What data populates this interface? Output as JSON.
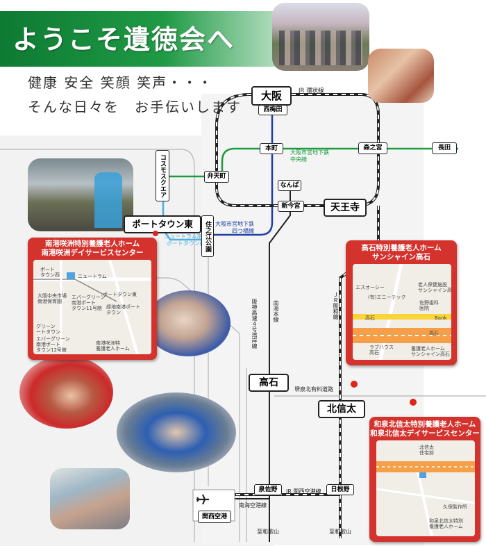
{
  "header": {
    "title": "ようこそ遺徳会へ",
    "tagline_1": "健康 安全 笑顔 笑声・・・",
    "tagline_2": "そんな日々を　お手伝いします"
  },
  "stations": {
    "osaka": "大阪",
    "nishiumeda": "西梅田",
    "honmachi": "本町",
    "morinomiya": "森之宮",
    "nagata": "長田",
    "bentencho": "弁天町",
    "cosmosquare": "コスモスクエア",
    "namba": "なんば",
    "shinimamiya": "新今宮",
    "tennoji": "天王寺",
    "porttown_higashi": "ポートタウン東",
    "suminoe_koen": "住之江公園",
    "takaishi": "高石",
    "kitashinoda": "北信太",
    "izumisano": "泉佐野",
    "hineno": "日根野",
    "kansai_airport": "関西空港"
  },
  "lines": {
    "jr_kanjo": "JR 環状線",
    "chuo": "大阪市営地下鉄\n中央線",
    "yotsubashi": "大阪市営地下鉄\n四つ橋線",
    "newtram": "ニュートラム南港\nポートタウン線",
    "hanshin_expressway": "阪神高速４号湾岸線",
    "nankai_honsen": "南海本線",
    "jr_hanwa": "ＪＲ阪和線",
    "senboku_road": "堺泉北有料道路",
    "jr_kanku": "JR 関西空港線",
    "nankai_kuko": "南海空港線",
    "to_wakayama_1": "至和歌山",
    "to_wakayama_2": "至和歌山"
  },
  "callouts": {
    "nanko": {
      "title_1": "南港咲洲特別養護老人ホーム",
      "title_2": "南港咲洲デイサービスセンター",
      "labels": [
        "ポート\nタウン西",
        "ニュートラム",
        "ポートタウン東",
        "大阪中央市場\n南港保育園",
        "エバーグリーン\n南港ポート\nタウン11号館",
        "緑地南港ポート\nタウン",
        "グリーン\nートタウン",
        "エバーグリーン\n南港ポート\nタウン12号館",
        "南港咲洲特\n養護老人ホーム"
      ]
    },
    "takaishi": {
      "title_1": "高石特別養護老人ホーム",
      "title_2": "サンシャイン高石",
      "labels": [
        "エスオーシー",
        "(有)エニーテック",
        "老人保健施設\nサンシャイン高石",
        "佐野歯科\n医院",
        "高石",
        "ラブハウス\n高石",
        "養護老人ホーム\nサンシャイン高石",
        "高石",
        "Bank"
      ]
    },
    "kitashinoda": {
      "title_1": "和泉北信太特別養護老人ホーム",
      "title_2": "和泉北信太デイサービスセンター",
      "labels": [
        "北信太\n住宅前",
        "久保製作所",
        "和泉北信太特別\n養護老人ホーム"
      ]
    }
  },
  "photos": [
    {
      "name": "cherry-blossom-outing-photo",
      "desc_icon": "photo-icon"
    },
    {
      "name": "resident-clapping-photo",
      "desc_icon": "photo-icon"
    },
    {
      "name": "outdoor-group-photo",
      "desc_icon": "photo-icon"
    },
    {
      "name": "elderly-woman-smiling-photo",
      "desc_icon": "photo-icon"
    },
    {
      "name": "santa-hat-resident-photo",
      "desc_icon": "photo-icon"
    },
    {
      "name": "children-visit-photo",
      "desc_icon": "photo-icon"
    },
    {
      "name": "caregiver-meal-photo",
      "desc_icon": "photo-icon"
    }
  ],
  "colors": {
    "banner_green": "#1a8c3c",
    "callout_red": "#d3322d",
    "chuo_line": "#1a9a3c",
    "yotsubashi_line": "#1f3fa6",
    "newtram_line": "#4fb0e0",
    "rail_black": "#222222"
  }
}
